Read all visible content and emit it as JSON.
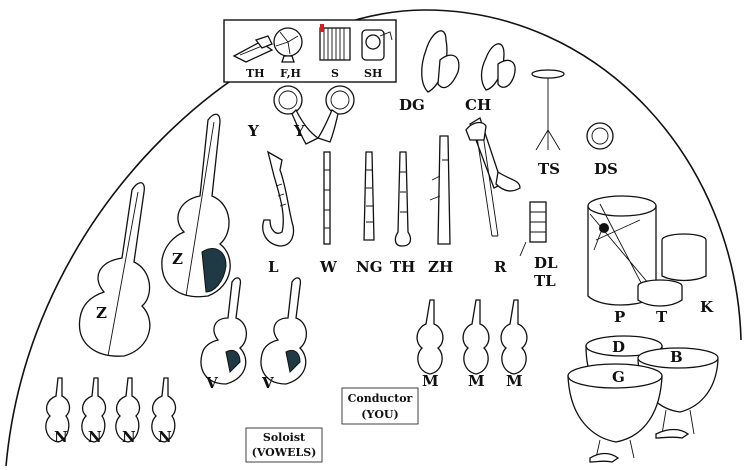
{
  "diagram": {
    "effects_labels": [
      "TH",
      "F,H",
      "S",
      "SH"
    ],
    "horns": [
      "Y",
      "Y"
    ],
    "cymbals": {
      "dg": "DG",
      "ch": "CH"
    },
    "percussion": {
      "ts": "TS",
      "ds": "DS",
      "dl": "DL",
      "tl": "TL",
      "p": "P",
      "t": "T",
      "k": "K"
    },
    "basses": [
      "Z",
      "Z"
    ],
    "woodwinds": {
      "l": "L",
      "w": "W",
      "ng": "NG",
      "th": "TH",
      "zh": "ZH",
      "r": "R"
    },
    "cellos": [
      "V",
      "V"
    ],
    "violas": [
      "M",
      "M",
      "M"
    ],
    "violins": [
      "N",
      "N",
      "N",
      "N"
    ],
    "timpani": {
      "d": "D",
      "b": "B",
      "g": "G"
    },
    "conductor": {
      "line1": "Conductor",
      "line2": "(YOU)"
    },
    "soloist": {
      "line1": "Soloist",
      "line2": "(VOWELS)"
    }
  }
}
